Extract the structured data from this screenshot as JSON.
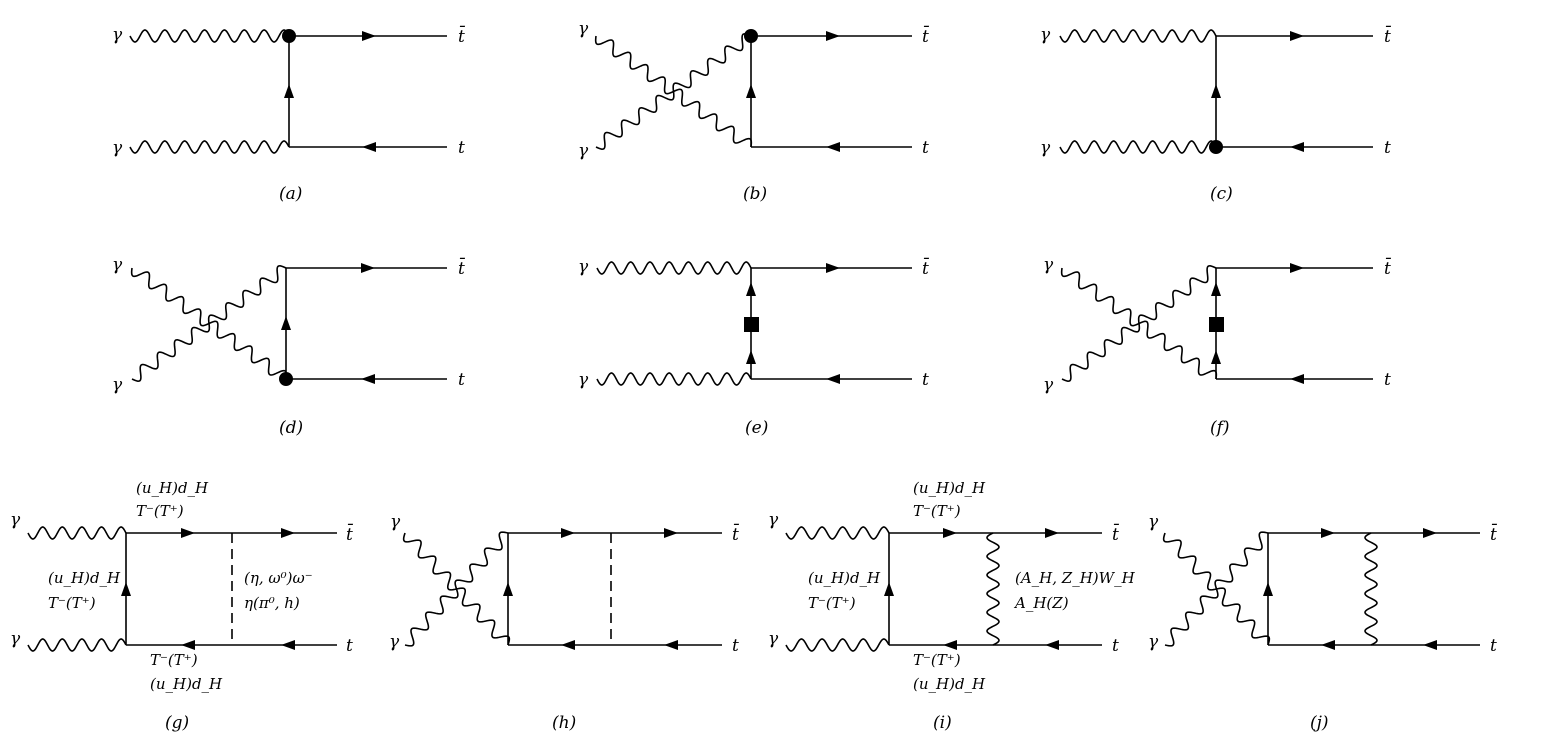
{
  "diagrams": [
    {
      "caption": "(a)",
      "photon_top": "γ",
      "photon_bottom": "γ",
      "out_top": "t̄",
      "out_bottom": "t",
      "vertex": "blob-top",
      "kind": "straight"
    },
    {
      "caption": "(b)",
      "photon_top": "γ",
      "photon_bottom": "γ",
      "out_top": "t̄",
      "out_bottom": "t",
      "vertex": "blob-top",
      "kind": "crossed"
    },
    {
      "caption": "(c)",
      "photon_top": "γ",
      "photon_bottom": "γ",
      "out_top": "t̄",
      "out_bottom": "t",
      "vertex": "blob-bottom",
      "kind": "straight"
    },
    {
      "caption": "(d)",
      "photon_top": "γ",
      "photon_bottom": "γ",
      "out_top": "t̄",
      "out_bottom": "t",
      "vertex": "blob-bottom",
      "kind": "crossed"
    },
    {
      "caption": "(e)",
      "photon_top": "γ",
      "photon_bottom": "γ",
      "out_top": "t̄",
      "out_bottom": "t",
      "vertex": "square-mid",
      "kind": "straight"
    },
    {
      "caption": "(f)",
      "photon_top": "γ",
      "photon_bottom": "γ",
      "out_top": "t̄",
      "out_bottom": "t",
      "vertex": "square-mid",
      "kind": "crossed"
    },
    {
      "caption": "(g)",
      "photon_top": "γ",
      "photon_bottom": "γ",
      "out_top": "t̄",
      "out_bottom": "t",
      "kind": "straight",
      "exchange": "dashed",
      "top_line1": "(u_H)d_H",
      "top_line2": "T⁻(T⁺)",
      "left_line1": "(u_H)d_H",
      "left_line2": "T⁻(T⁺)",
      "bottom_line1": "T⁻(T⁺)",
      "bottom_line2": "(u_H)d_H",
      "right_line1": "(η, ω⁰)ω⁻",
      "right_line2": "η(π⁰, h)"
    },
    {
      "caption": "(h)",
      "photon_top": "γ",
      "photon_bottom": "γ",
      "out_top": "t̄",
      "out_bottom": "t",
      "kind": "crossed",
      "exchange": "dashed"
    },
    {
      "caption": "(i)",
      "photon_top": "γ",
      "photon_bottom": "γ",
      "out_top": "t̄",
      "out_bottom": "t",
      "kind": "straight",
      "exchange": "wavy",
      "top_line1": "(u_H)d_H",
      "top_line2": "T⁻(T⁺)",
      "left_line1": "(u_H)d_H",
      "left_line2": "T⁻(T⁺)",
      "bottom_line1": "T⁻(T⁺)",
      "bottom_line2": "(u_H)d_H",
      "right_line1": "(A_H, Z_H)W_H",
      "right_line2": "A_H(Z)"
    },
    {
      "caption": "(j)",
      "photon_top": "γ",
      "photon_bottom": "γ",
      "out_top": "t̄",
      "out_bottom": "t",
      "kind": "crossed",
      "exchange": "wavy"
    }
  ]
}
